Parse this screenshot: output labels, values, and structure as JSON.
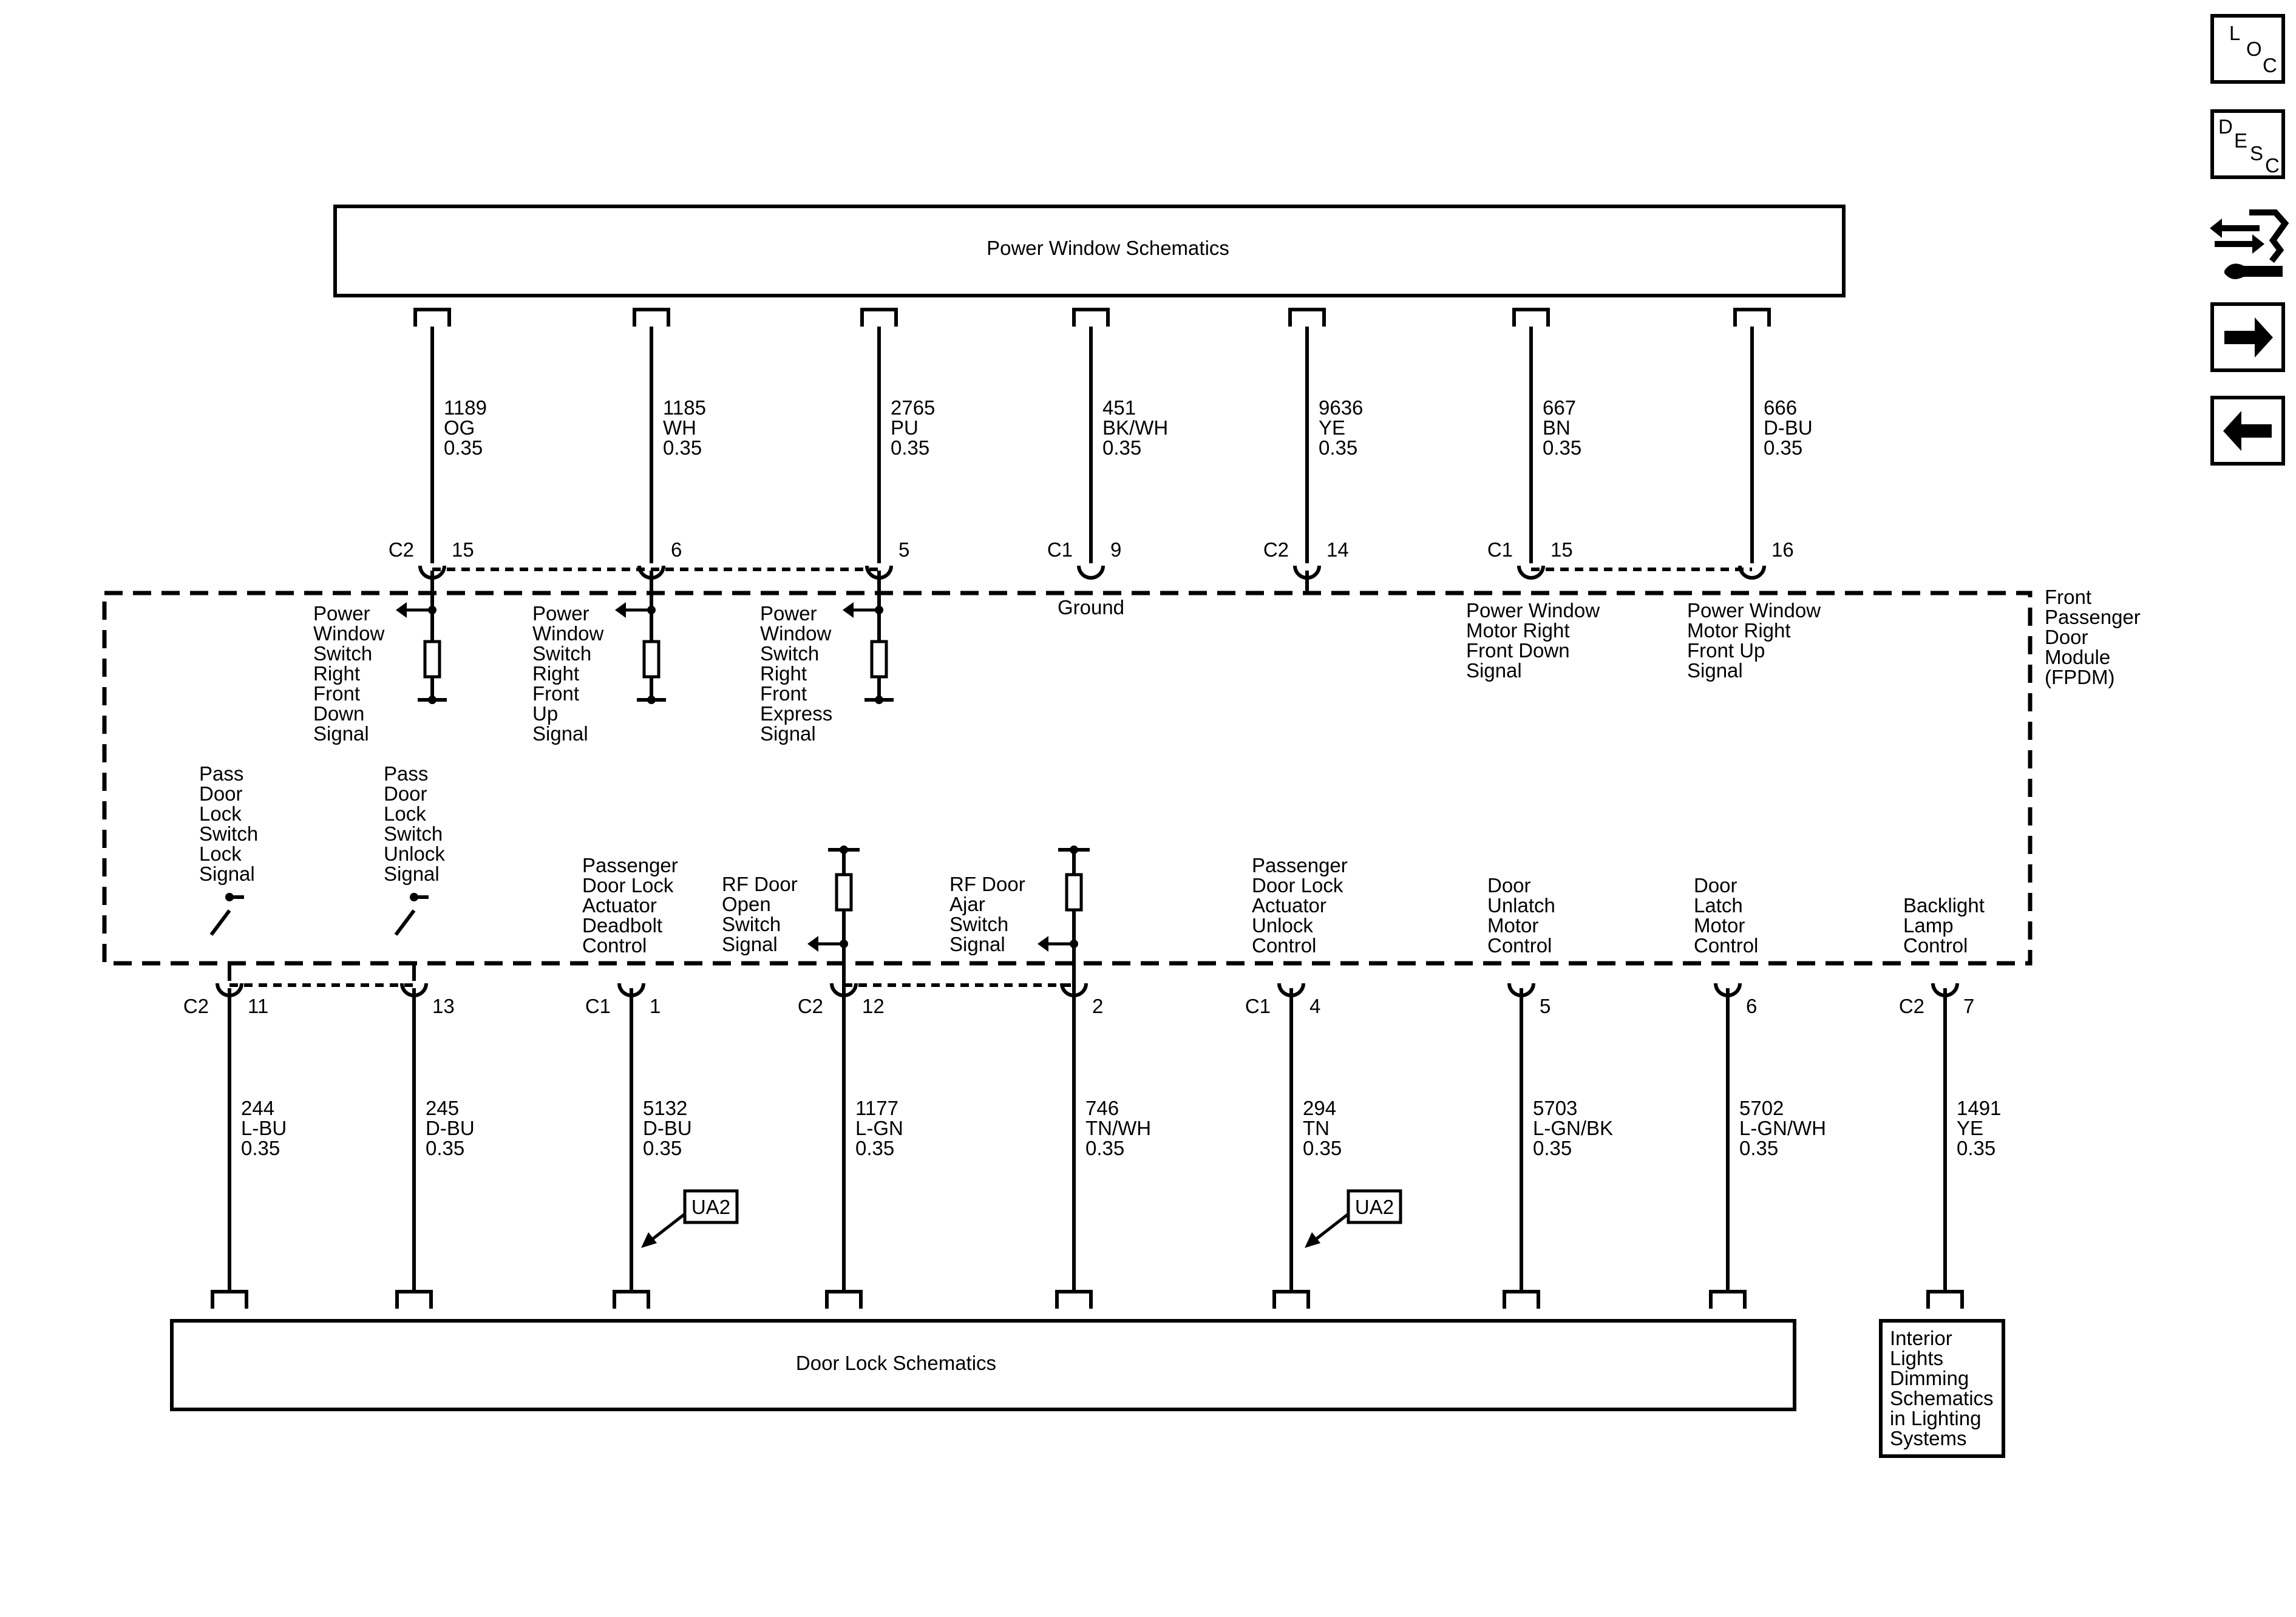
{
  "boxes": {
    "power_window": "Power Window Schematics",
    "door_lock": "Door Lock Schematics",
    "interior_lights": [
      "Interior",
      "Lights",
      "Dimming",
      "Schematics",
      "in Lighting",
      "Systems"
    ]
  },
  "module_label": [
    "Front",
    "Passenger",
    "Door",
    "Module",
    "(FPDM)"
  ],
  "ground_label": "Ground",
  "ua2_label": "UA2",
  "nav_icons": {
    "loc": [
      "L",
      "O",
      "C"
    ],
    "desc": [
      "D",
      "E",
      "S",
      "C"
    ],
    "tools": "connector-tools-icon",
    "next": "right-arrow-icon",
    "prev": "left-arrow-icon"
  },
  "top_wires": [
    {
      "circuit": "1189",
      "color": "OG",
      "gauge": "0.35",
      "connector": "C2",
      "pin": "15",
      "signal": [
        "Power",
        "Window",
        "Switch",
        "Right",
        "Front",
        "Down",
        "Signal"
      ]
    },
    {
      "circuit": "1185",
      "color": "WH",
      "gauge": "0.35",
      "connector": "",
      "pin": "6",
      "signal": [
        "Power",
        "Window",
        "Switch",
        "Right",
        "Front",
        "Up",
        "Signal"
      ]
    },
    {
      "circuit": "2765",
      "color": "PU",
      "gauge": "0.35",
      "connector": "",
      "pin": "5",
      "signal": [
        "Power",
        "Window",
        "Switch",
        "Right",
        "Front",
        "Express",
        "Signal"
      ]
    },
    {
      "circuit": "451",
      "color": "BK/WH",
      "gauge": "0.35",
      "connector": "C1",
      "pin": "9",
      "signal": []
    },
    {
      "circuit": "9636",
      "color": "YE",
      "gauge": "0.35",
      "connector": "C2",
      "pin": "14",
      "signal": []
    },
    {
      "circuit": "667",
      "color": "BN",
      "gauge": "0.35",
      "connector": "C1",
      "pin": "15",
      "signal": [
        "Power Window",
        "Motor Right",
        "Front Down",
        "Signal"
      ]
    },
    {
      "circuit": "666",
      "color": "D-BU",
      "gauge": "0.35",
      "connector": "",
      "pin": "16",
      "signal": [
        "Power Window",
        "Motor Right",
        "Front Up",
        "Signal"
      ]
    }
  ],
  "bottom_wires": [
    {
      "circuit": "244",
      "color": "L-BU",
      "gauge": "0.35",
      "connector": "C2",
      "pin": "11",
      "signal": [
        "Pass",
        "Door",
        "Lock",
        "Switch",
        "Lock",
        "Signal"
      ]
    },
    {
      "circuit": "245",
      "color": "D-BU",
      "gauge": "0.35",
      "connector": "",
      "pin": "13",
      "signal": [
        "Pass",
        "Door",
        "Lock",
        "Switch",
        "Unlock",
        "Signal"
      ]
    },
    {
      "circuit": "5132",
      "color": "D-BU",
      "gauge": "0.35",
      "connector": "C1",
      "pin": "1",
      "signal": [
        "Passenger",
        "Door Lock",
        "Actuator",
        "Deadbolt",
        "Control"
      ]
    },
    {
      "circuit": "1177",
      "color": "L-GN",
      "gauge": "0.35",
      "connector": "C2",
      "pin": "12",
      "signal": [
        "RF Door",
        "Open",
        "Switch",
        "Signal"
      ]
    },
    {
      "circuit": "746",
      "color": "TN/WH",
      "gauge": "0.35",
      "connector": "",
      "pin": "2",
      "signal": [
        "RF Door",
        "Ajar",
        "Switch",
        "Signal"
      ]
    },
    {
      "circuit": "294",
      "color": "TN",
      "gauge": "0.35",
      "connector": "C1",
      "pin": "4",
      "signal": [
        "Passenger",
        "Door Lock",
        "Actuator",
        "Unlock",
        "Control"
      ]
    },
    {
      "circuit": "5703",
      "color": "L-GN/BK",
      "gauge": "0.35",
      "connector": "",
      "pin": "5",
      "signal": [
        "Door",
        "Unlatch",
        "Motor",
        "Control"
      ]
    },
    {
      "circuit": "5702",
      "color": "L-GN/WH",
      "gauge": "0.35",
      "connector": "",
      "pin": "6",
      "signal": [
        "Door",
        "Latch",
        "Motor",
        "Control"
      ]
    },
    {
      "circuit": "1491",
      "color": "YE",
      "gauge": "0.35",
      "connector": "C2",
      "pin": "7",
      "signal": [
        "Backlight",
        "Lamp",
        "Control"
      ]
    }
  ]
}
